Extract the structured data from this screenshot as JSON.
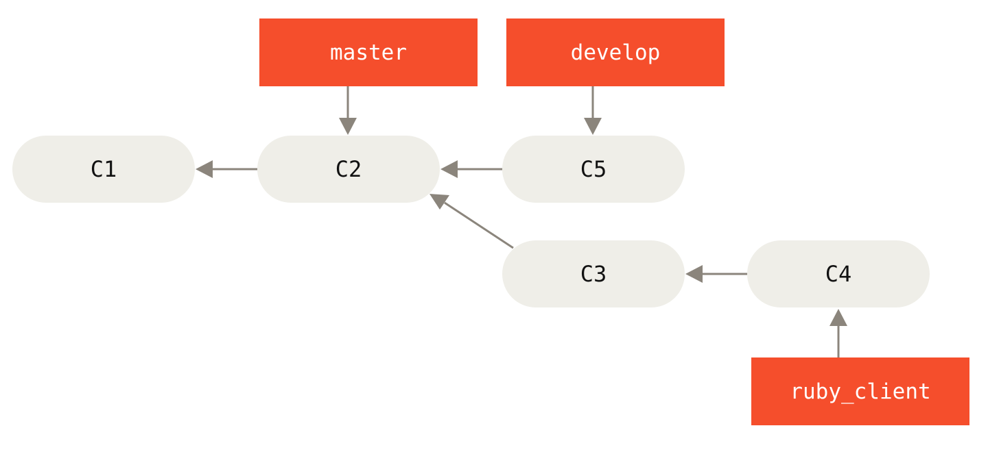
{
  "colors": {
    "branch_fill": "#f54e2c",
    "commit_fill": "#efeee8",
    "arrow": "#8b857c"
  },
  "branches": {
    "master": "master",
    "develop": "develop",
    "ruby_client": "ruby_client"
  },
  "commits": {
    "c1": "C1",
    "c2": "C2",
    "c3": "C3",
    "c4": "C4",
    "c5": "C5"
  }
}
